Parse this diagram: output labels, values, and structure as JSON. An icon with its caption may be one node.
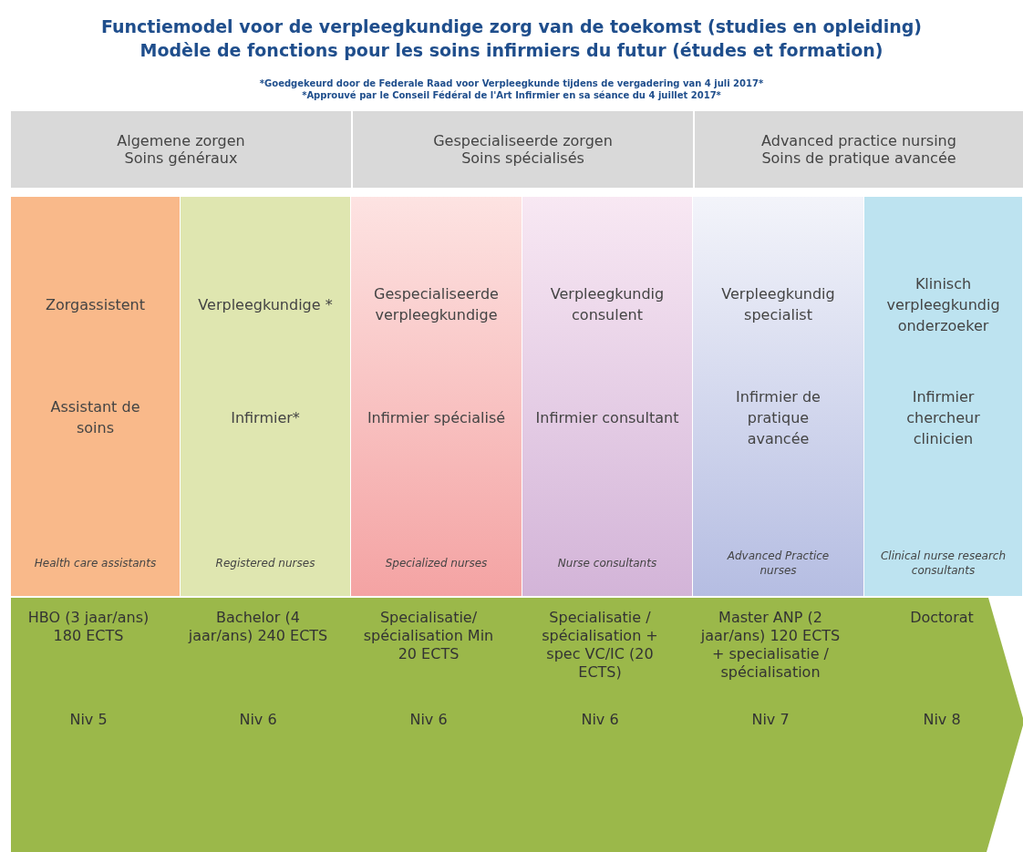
{
  "diagram": {
    "title": "Functiemodel voor de verpleegkundige zorg van de  toekomst (studies en opleiding)",
    "nodes": [
      {
        "text": [
          "Algemene zorgen",
          "Soins généraux"
        ]
      },
      {
        "text": [
          "Gespecialiseerde zorgen",
          "Soins spécialisés"
        ]
      },
      {
        "text": [
          "Advanced practice nursing",
          "Soins de pratique avancée"
        ]
      },
      {
        "text": [
          "Zorgassistent",
          "Assistant de soins",
          "Health care assistants"
        ]
      },
      {
        "text": [
          "Verpleegkundige *",
          "Infirmier*",
          "Registered nurses"
        ]
      },
      {
        "text": [
          "Gespecialiseerde verpleegkundige",
          "Infirmier spécialisé",
          "Specialized nurses"
        ]
      },
      {
        "text": [
          "Verpleegkundig consulent",
          "Infirmier consultant",
          "Nurse consultants"
        ]
      },
      {
        "text": [
          "Verpleegkundig specialist",
          "Infirmier de pratique avancée",
          "Advanced Practice nurses"
        ]
      },
      {
        "text": [
          "Klinisch verpleegkundig onderzoeker",
          "Infirmier chercheur clinicien",
          "Clinical nurse research consultants"
        ]
      },
      {
        "text": [],
        "shape": "arrow"
      },
      {
        "text": [
          "HBO (3 jaar/ans) 180 ECTS",
          "Niv 5"
        ],
        "in": 9
      },
      {
        "text": [
          "Bachelor (4 jaar/ans) 240 ECTS",
          "Niv 6"
        ],
        "in": 9
      },
      {
        "text": [
          "Specialisatie/ spécialisation Min 20 ECTS",
          "Niv 6"
        ],
        "in": 9
      },
      {
        "text": [
          "Specialisatie / spécialisation + spec VC/IC (20 ECTS)",
          "Niv 6"
        ],
        "in": 9
      },
      {
        "text": [
          "Master ANP (2 jaar/ans) 120 ECTS + specialisatie / spécialisation",
          "Niv 7"
        ],
        "in": 9
      },
      {
        "text": [
          "Doctorat",
          "Niv 8"
        ],
        "in": 9
      }
    ],
    "edges": [],
    "labels": [
      "Modèle de fonctions pour les soins infirmiers du futur (études et formation)",
      "*Goedgekeurd door de Federale Raad voor Verpleegkunde tijdens de vergadering van 4 juli 2017*",
      "*Approuvé par le Conseil Fédéral de l'Art Infirmier en sa séance du 4 juillet 2017*"
    ]
  }
}
